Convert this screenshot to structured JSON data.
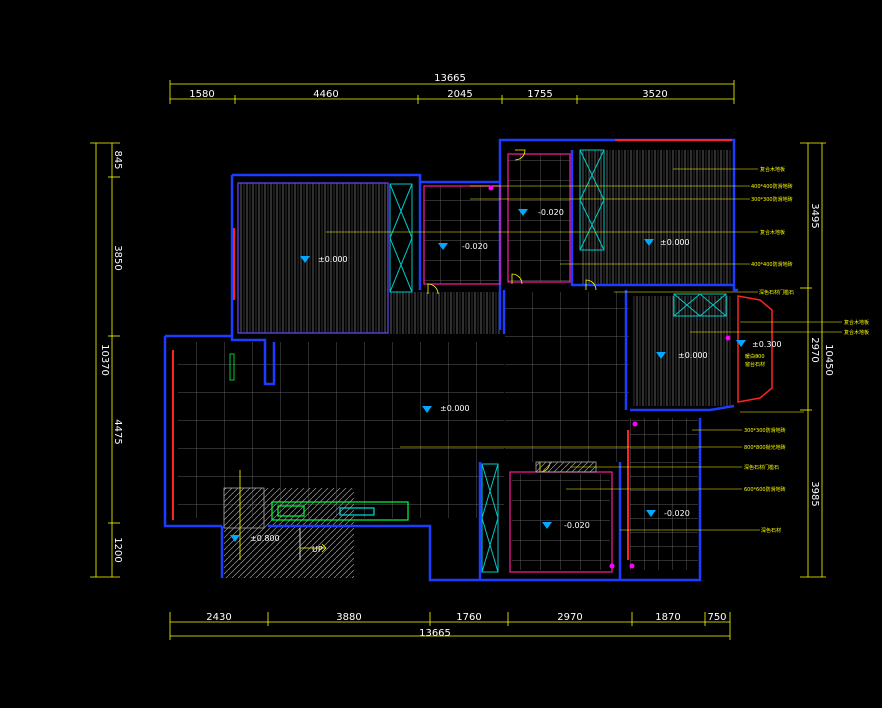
{
  "dims_top": {
    "total": "13665",
    "segments": [
      "1580",
      "4460",
      "2045",
      "1755",
      "3520"
    ]
  },
  "dims_bottom": {
    "total": "13665",
    "segments": [
      "2430",
      "3880",
      "1760",
      "2970",
      "1870",
      "750"
    ]
  },
  "dims_left": {
    "total": "10370",
    "segments": [
      "845",
      "3850",
      "4475",
      "1200"
    ]
  },
  "dims_right": {
    "total": "10450",
    "segments": [
      "3495",
      "2970",
      "3985"
    ]
  },
  "levels": {
    "bedroom_left": "±0.000",
    "small_room": "-0.020",
    "bath_center": "-0.020",
    "bedroom_right": "±0.000",
    "study": "±0.000",
    "bay_window": "±0.300",
    "living": "±0.000",
    "stair": "±0.800",
    "kitchen": "-0.020",
    "balcony": "-0.020"
  },
  "stair_label": "UP",
  "notes": [
    "复合木地板",
    "400*400防滑地砖",
    "300*300防滑地砖",
    "复合木地板",
    "400*400防滑地砖",
    "深色石材门槛石",
    "复合木地板",
    "复合木地板",
    "暖白300",
    "窗台石材",
    "300*300防滑地砖",
    "800*800抛光地砖",
    "深色石材门槛石",
    "600*600防滑地砖",
    "深色石材"
  ]
}
